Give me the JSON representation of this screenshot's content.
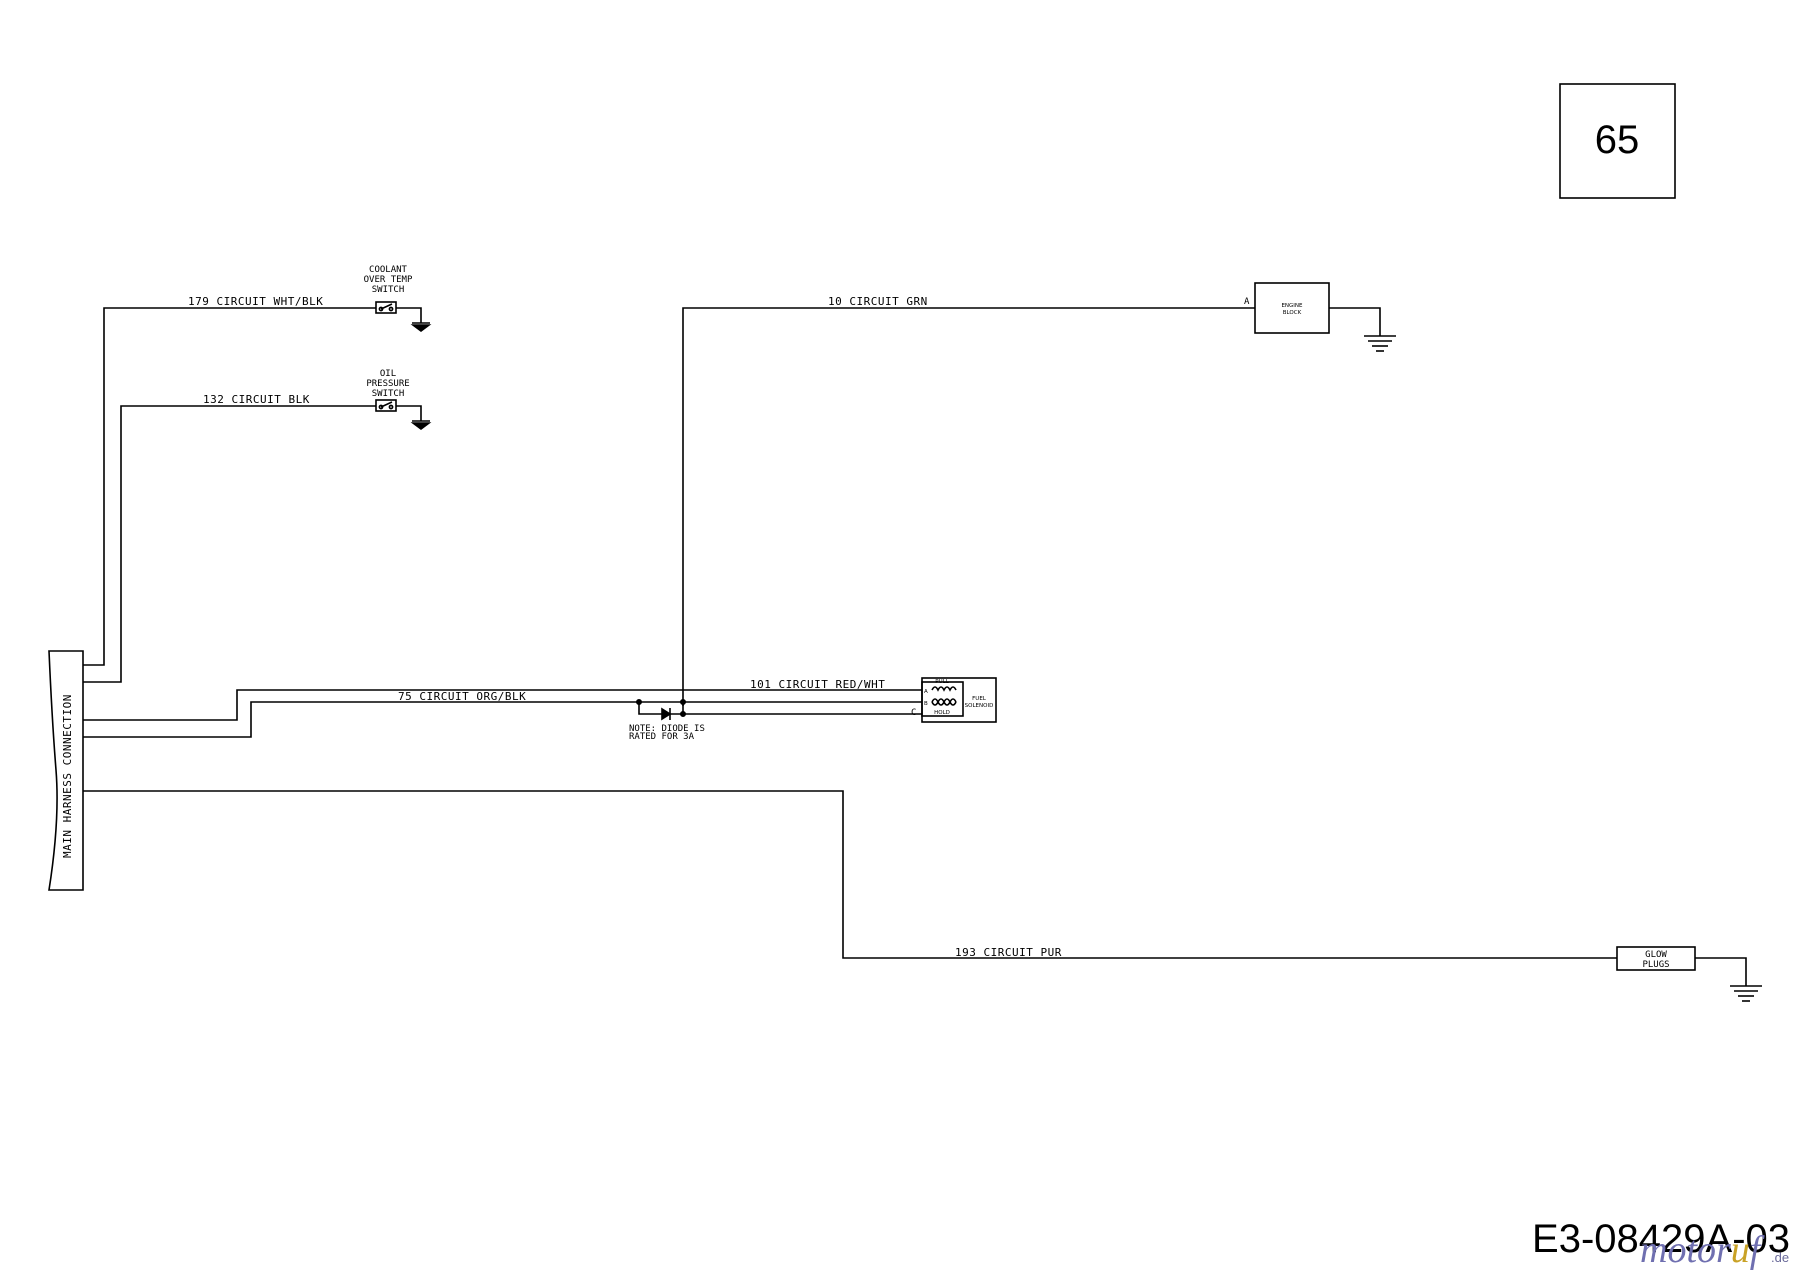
{
  "page_number": "65",
  "drawing_number": "E3-08429A-03",
  "watermark": {
    "text": "motoruf",
    "suffix": ".de",
    "colors": [
      "#6f6fb0",
      "#c9a227"
    ]
  },
  "harness": {
    "label": "MAIN HARNESS CONNECTION"
  },
  "circuits": {
    "c179": "179 CIRCUIT WHT/BLK",
    "c132": "132 CIRCUIT BLK",
    "c10": "10 CIRCUIT GRN",
    "c101": "101 CIRCUIT RED/WHT",
    "c75": "75 CIRCUIT ORG/BLK",
    "c193": "193 CIRCUIT PUR"
  },
  "components": {
    "coolant_switch": [
      "COOLANT",
      "OVER TEMP",
      "SWITCH"
    ],
    "oil_switch": [
      "OIL",
      "PRESSURE",
      "SWITCH"
    ],
    "engine_block": [
      "ENGINE",
      "BLOCK"
    ],
    "glow_plugs": [
      "GLOW",
      "PLUGS"
    ],
    "fuel_solenoid": {
      "pull": "PULL",
      "hold": "HOLD",
      "name": [
        "FUEL",
        "SOLENOID"
      ],
      "terminal_a": "A",
      "terminal_b": "B",
      "terminal_c": "C"
    },
    "diode_note": [
      "NOTE: DIODE IS",
      "RATED FOR 3A"
    ],
    "engine_terminal": "A"
  }
}
